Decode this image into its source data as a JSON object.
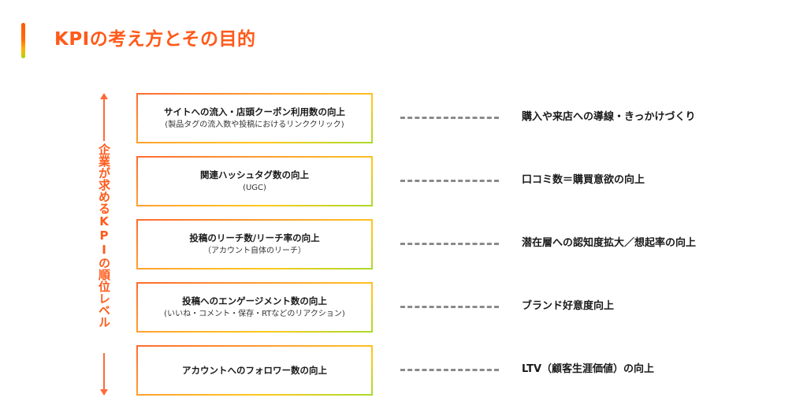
{
  "header": {
    "title": "KPIの考え方とその目的"
  },
  "axis": {
    "label": "企業が求めるKPIの順位レベル",
    "color": "#ff5a1a"
  },
  "rows": [
    {
      "kpi": "サイトへの流入・店頭クーポン利用数の向上",
      "kpi_sub": "(製品タグの流入数や投稿におけるリンククリック)",
      "purpose": "購入や来店への導線・きっかけづくり"
    },
    {
      "kpi": "関連ハッシュタグ数の向上",
      "kpi_sub": "(UGC)",
      "purpose": "口コミ数＝購買意欲の向上"
    },
    {
      "kpi": "投稿のリーチ数/リーチ率の向上",
      "kpi_sub": "（アカウント自体のリーチ）",
      "purpose": "潜在層への認知度拡大／想起率の向上"
    },
    {
      "kpi": "投稿へのエンゲージメント数の向上",
      "kpi_sub": "(いいね・コメント・保存・RTなどのリアクション)",
      "purpose": "ブランド好意度向上"
    },
    {
      "kpi": "アカウントへのフォロワー数の向上",
      "kpi_sub": "",
      "purpose": "LTV（顧客生涯価値）の向上"
    }
  ],
  "colors": {
    "accent": "#ff5a1a",
    "gradient_start": "#ff6a30",
    "gradient_mid": "#ffc81e",
    "gradient_end": "#a8db2a",
    "connector": "#8a8a8a"
  }
}
